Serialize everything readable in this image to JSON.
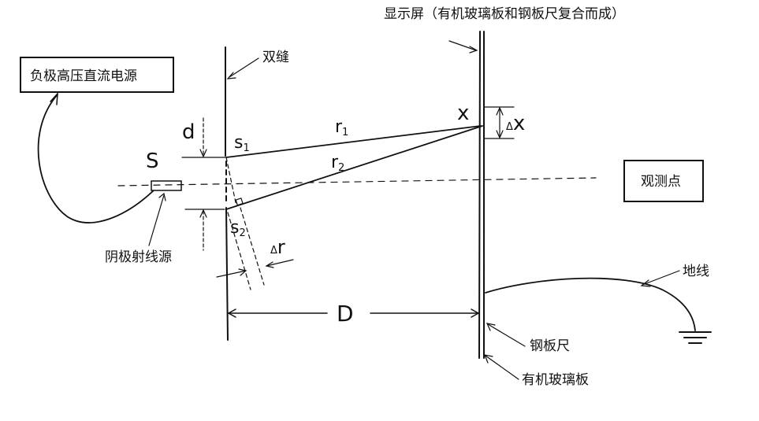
{
  "labels": {
    "screen_title": "显示屏（有机玻璃板和钢板尺复合而成）",
    "power_supply": "负极高压直流电源",
    "double_slit": "双缝",
    "observation_point": "观测点",
    "cathode_source": "阴极射线源",
    "ground_wire": "地线",
    "steel_ruler": "钢板尺",
    "glass_plate": "有机玻璃板",
    "source_S": "S",
    "slit_spacing_d": "d",
    "slit1_s": "s",
    "slit1_sub": "1",
    "slit2_s": "s",
    "slit2_sub": "2",
    "r1": "r",
    "r1_sub": "1",
    "r2": "r",
    "r2_sub": "2",
    "delta_r_delta": "Δ",
    "delta_r_r": "r",
    "distance_D": "D",
    "point_x": "x",
    "delta_x_delta": "Δ",
    "delta_x_x": "x"
  },
  "colors": {
    "ink": "#111111",
    "background": "#ffffff"
  }
}
